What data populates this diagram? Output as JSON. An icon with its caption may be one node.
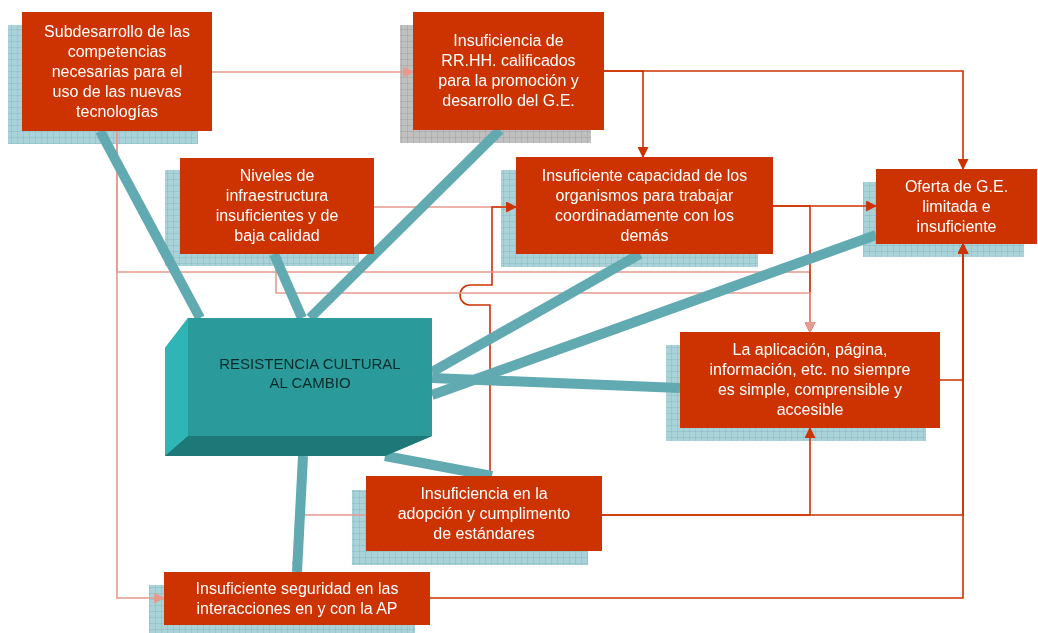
{
  "diagram": {
    "nodes": [
      {
        "text": [
          "Subdesarrollo de las competencias necesarias para el uso de las nuevas tecnologías"
        ]
      },
      {
        "text": [
          "Insuficiencia de RR.HH. calificados para la promoción y desarrollo del G.E."
        ]
      },
      {
        "text": [
          "Niveles de infraestructura insuficientes y de baja calidad"
        ]
      },
      {
        "text": [
          "Insuficiente capacidad de los organismos para trabajar coordinadamente con los demás"
        ]
      },
      {
        "text": [
          "Oferta de G.E. limitada e insuficiente"
        ]
      },
      {
        "text": [
          "RESISTENCIA CULTURAL AL CAMBIO"
        ]
      },
      {
        "text": [
          "La aplicación, página, información, etc. no siempre es simple, comprensible y accesible"
        ]
      },
      {
        "text": [
          "Insuficiencia en la adopción y cumplimento de estándares"
        ]
      },
      {
        "text": [
          "Insuficiente seguridad en las interacciones en y con la AP"
        ]
      }
    ],
    "edges": [
      {
        "from": 0,
        "to": 1,
        "arrow": "to",
        "color": "#e8998f"
      },
      {
        "from": 1,
        "to": 3,
        "arrow": "to"
      },
      {
        "from": 1,
        "to": 4,
        "arrow": "to"
      },
      {
        "from": 3,
        "to": 4,
        "arrow": "to"
      },
      {
        "from": 2,
        "to": 3,
        "arrow": "to",
        "color": "#e8998f"
      },
      {
        "from": 7,
        "to": 3,
        "arrow": "to"
      },
      {
        "from": 0,
        "to": 6,
        "arrow": "to",
        "color": "#e8998f"
      },
      {
        "from": 0,
        "to": 8,
        "arrow": "to",
        "color": "#e8998f"
      },
      {
        "from": 3,
        "to": 6,
        "arrow": "to"
      },
      {
        "from": 2,
        "to": 6,
        "arrow": "to",
        "color": "#e8998f"
      },
      {
        "from": 7,
        "to": 8,
        "arrow": "to",
        "color": "#e8998f"
      },
      {
        "from": 7,
        "to": 6,
        "arrow": "to"
      },
      {
        "from": 7,
        "to": 4,
        "arrow": "to"
      },
      {
        "from": 6,
        "to": 4,
        "arrow": "to"
      },
      {
        "from": 8,
        "to": 4,
        "arrow": "to"
      },
      {
        "from": 5,
        "to": 0,
        "arrow": "none",
        "style": "thick",
        "color": "#62aab1"
      },
      {
        "from": 5,
        "to": 2,
        "arrow": "none",
        "style": "thick",
        "color": "#62aab1"
      },
      {
        "from": 5,
        "to": 1,
        "arrow": "none",
        "style": "thick",
        "color": "#62aab1"
      },
      {
        "from": 5,
        "to": 3,
        "arrow": "none",
        "style": "thick",
        "color": "#62aab1"
      },
      {
        "from": 5,
        "to": 4,
        "arrow": "none",
        "style": "thick",
        "color": "#62aab1"
      },
      {
        "from": 5,
        "to": 6,
        "arrow": "none",
        "style": "thick",
        "color": "#62aab1"
      },
      {
        "from": 5,
        "to": 7,
        "arrow": "none",
        "style": "thick",
        "color": "#62aab1"
      },
      {
        "from": 5,
        "to": 8,
        "arrow": "none",
        "style": "thick",
        "color": "#62aab1"
      }
    ]
  }
}
